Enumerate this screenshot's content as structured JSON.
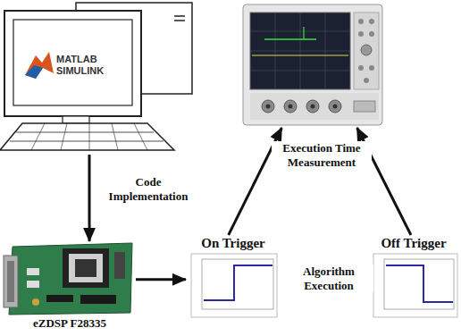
{
  "diagram": {
    "nodes": [
      {
        "text": [
          "MATLAB SIMULINK"
        ]
      },
      {
        "text": []
      },
      {
        "text": [
          "eZDSP F28335"
        ]
      },
      {
        "text": [
          "On Trigger"
        ]
      },
      {
        "text": [
          "Off Trigger"
        ]
      }
    ],
    "edges": [
      {
        "from": 0,
        "to": 2,
        "arrow": "to",
        "label": "Code Implementation"
      },
      {
        "from": 2,
        "to": 3,
        "arrow": "to"
      },
      {
        "from": 3,
        "to": 1,
        "arrow": "to"
      },
      {
        "from": 4,
        "to": 1,
        "arrow": "to"
      }
    ],
    "labels": [
      "Algorithm Execution",
      "Execution Time Measurement"
    ]
  }
}
